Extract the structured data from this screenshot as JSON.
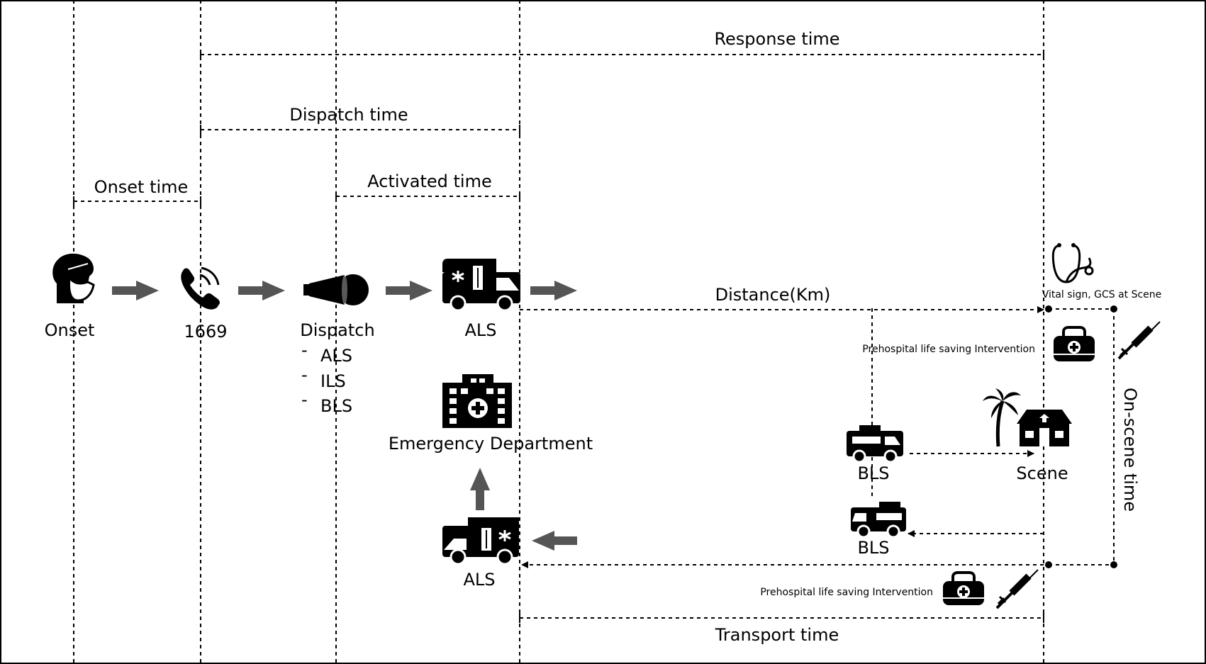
{
  "intervals": {
    "response": "Response time",
    "dispatch": "Dispatch time",
    "onset": "Onset time",
    "activated": "Activated time",
    "transport": "Transport time",
    "on_scene": "On-scene time",
    "distance": "Distance(Km)"
  },
  "nodes": {
    "onset": "Onset",
    "call": "1669",
    "dispatch": "Dispatch",
    "dispatch_options": [
      "ALS",
      "ILS",
      "BLS"
    ],
    "als_top": "ALS",
    "emergency_department": "Emergency Department",
    "als_bottom": "ALS",
    "bls_top": "BLS",
    "scene": "Scene",
    "bls_bottom": "BLS"
  },
  "annotations": {
    "vital_sign": "Vital sign, GCS at Scene",
    "intervention_top": "Prehospital life saving Intervention",
    "intervention_bottom": "Prehospital life saving Intervention"
  },
  "bullet": "-"
}
